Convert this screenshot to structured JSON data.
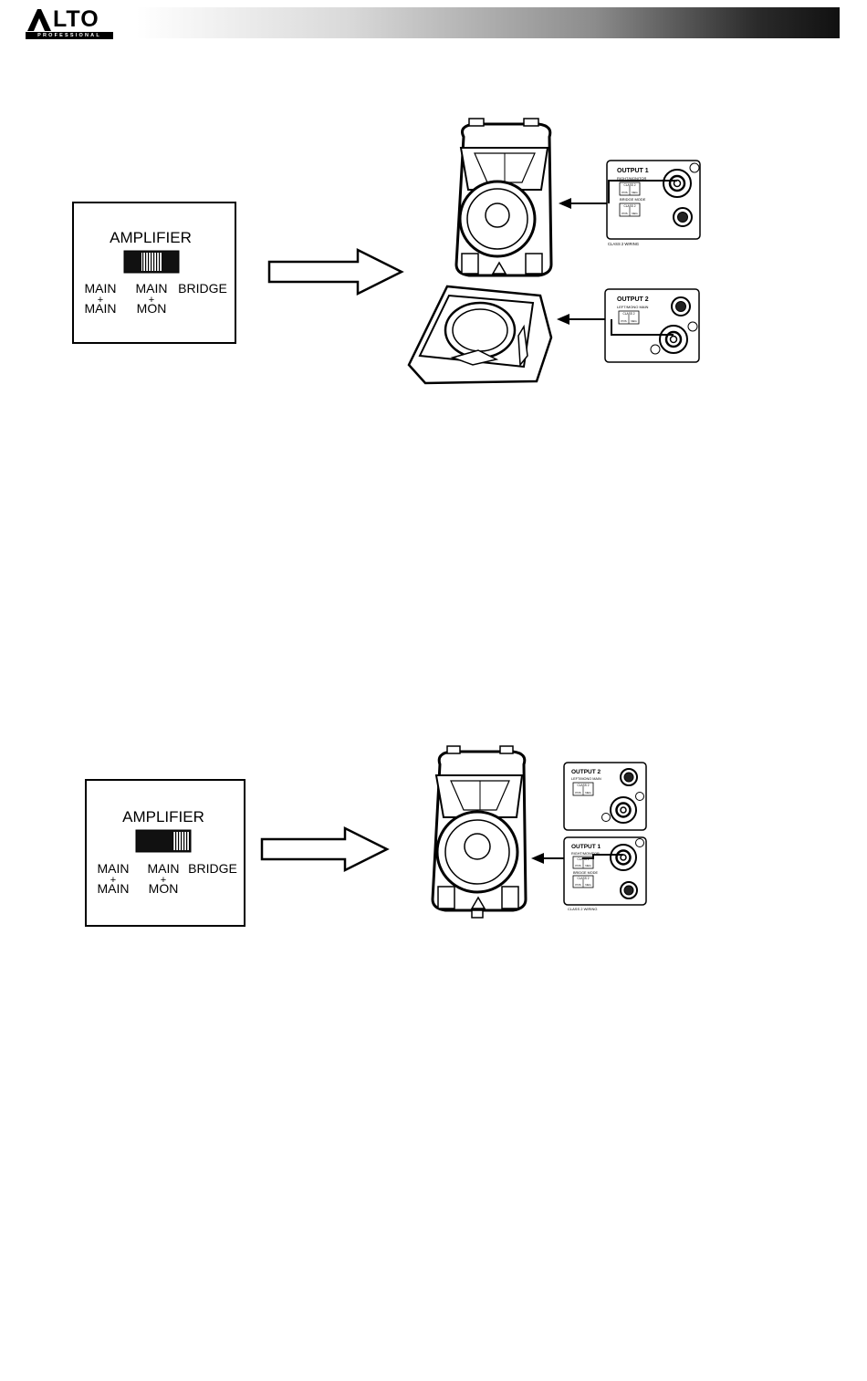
{
  "brand": {
    "name": "LTO",
    "subtitle": "PROFESSIONAL"
  },
  "diagrams": [
    {
      "switch_panel": {
        "title": "AMPLIFIER",
        "position_value": "MAIN + MON",
        "labels": {
          "main_main_top": "MAIN",
          "main_main_plus": "+",
          "main_main_bottom": "MAIN",
          "main_mon_top": "MAIN",
          "main_mon_plus": "+",
          "main_mon_bottom": "MON",
          "bridge": "BRIDGE"
        }
      },
      "panels": [
        {
          "title": "OUTPUT 1",
          "subtitle": "RIGHT/MONITOR",
          "box_title": "CLASS 2",
          "box_left": "POS",
          "box_right": "NEG",
          "mode_label": "BRIDGE MODE",
          "mode_box_title": "CLASS 2",
          "mode_left": "POS",
          "mode_right": "NEG",
          "footer": "CLASS 2 WIRING"
        },
        {
          "title": "OUTPUT 2",
          "subtitle": "LEFT/MONO MAIN",
          "box_title": "CLASS 2",
          "box_left": "POS",
          "box_right": "NEG"
        }
      ]
    },
    {
      "switch_panel": {
        "title": "AMPLIFIER",
        "position_value": "BRIDGE",
        "labels": {
          "main_main_top": "MAIN",
          "main_main_plus": "+",
          "main_main_bottom": "MAIN",
          "main_mon_top": "MAIN",
          "main_mon_plus": "+",
          "main_mon_bottom": "MON",
          "bridge": "BRIDGE"
        }
      },
      "panels": [
        {
          "title": "OUTPUT 2",
          "subtitle": "LEFT/MONO MAIN",
          "box_title": "CLASS 2",
          "box_left": "POS",
          "box_right": "NEG"
        },
        {
          "title": "OUTPUT 1",
          "subtitle": "RIGHT/MONITOR",
          "box_title": "CLASS 2",
          "box_left": "POS",
          "box_right": "NEG",
          "mode_label": "BRIDGE MODE",
          "mode_box_title": "CLASS 2",
          "mode_left": "POS",
          "mode_right": "NEG",
          "footer": "CLASS 2 WIRING"
        }
      ]
    }
  ]
}
